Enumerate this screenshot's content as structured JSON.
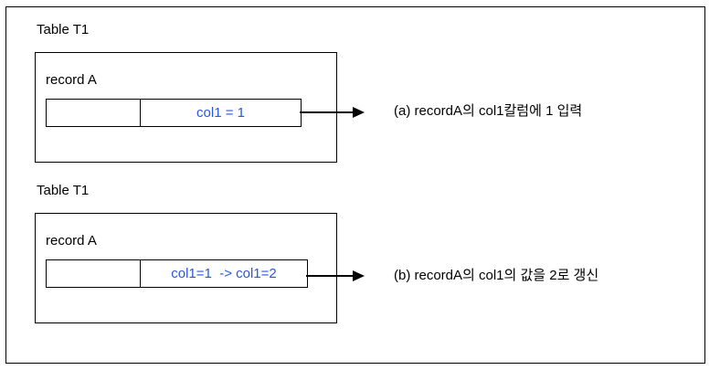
{
  "diagram": {
    "title": "Table record insert and update illustration",
    "colors": {
      "stroke": "#000000",
      "background": "#ffffff",
      "value_text": "#2b56e0"
    },
    "groups": [
      {
        "id": "a",
        "table_label": "Table T1",
        "record_label": "record A",
        "cell_key": "",
        "cell_value": "col1 = 1",
        "caption": "(a) recordA의 col1칼럼에 1 입력",
        "arrow_icon": "arrow-right-icon"
      },
      {
        "id": "b",
        "table_label": "Table T1",
        "record_label": "record A",
        "cell_key": "",
        "cell_value": "col1=1  -> col1=2",
        "caption": "(b) recordA의 col1의 값을 2로 갱신",
        "arrow_icon": "arrow-right-icon"
      }
    ]
  }
}
